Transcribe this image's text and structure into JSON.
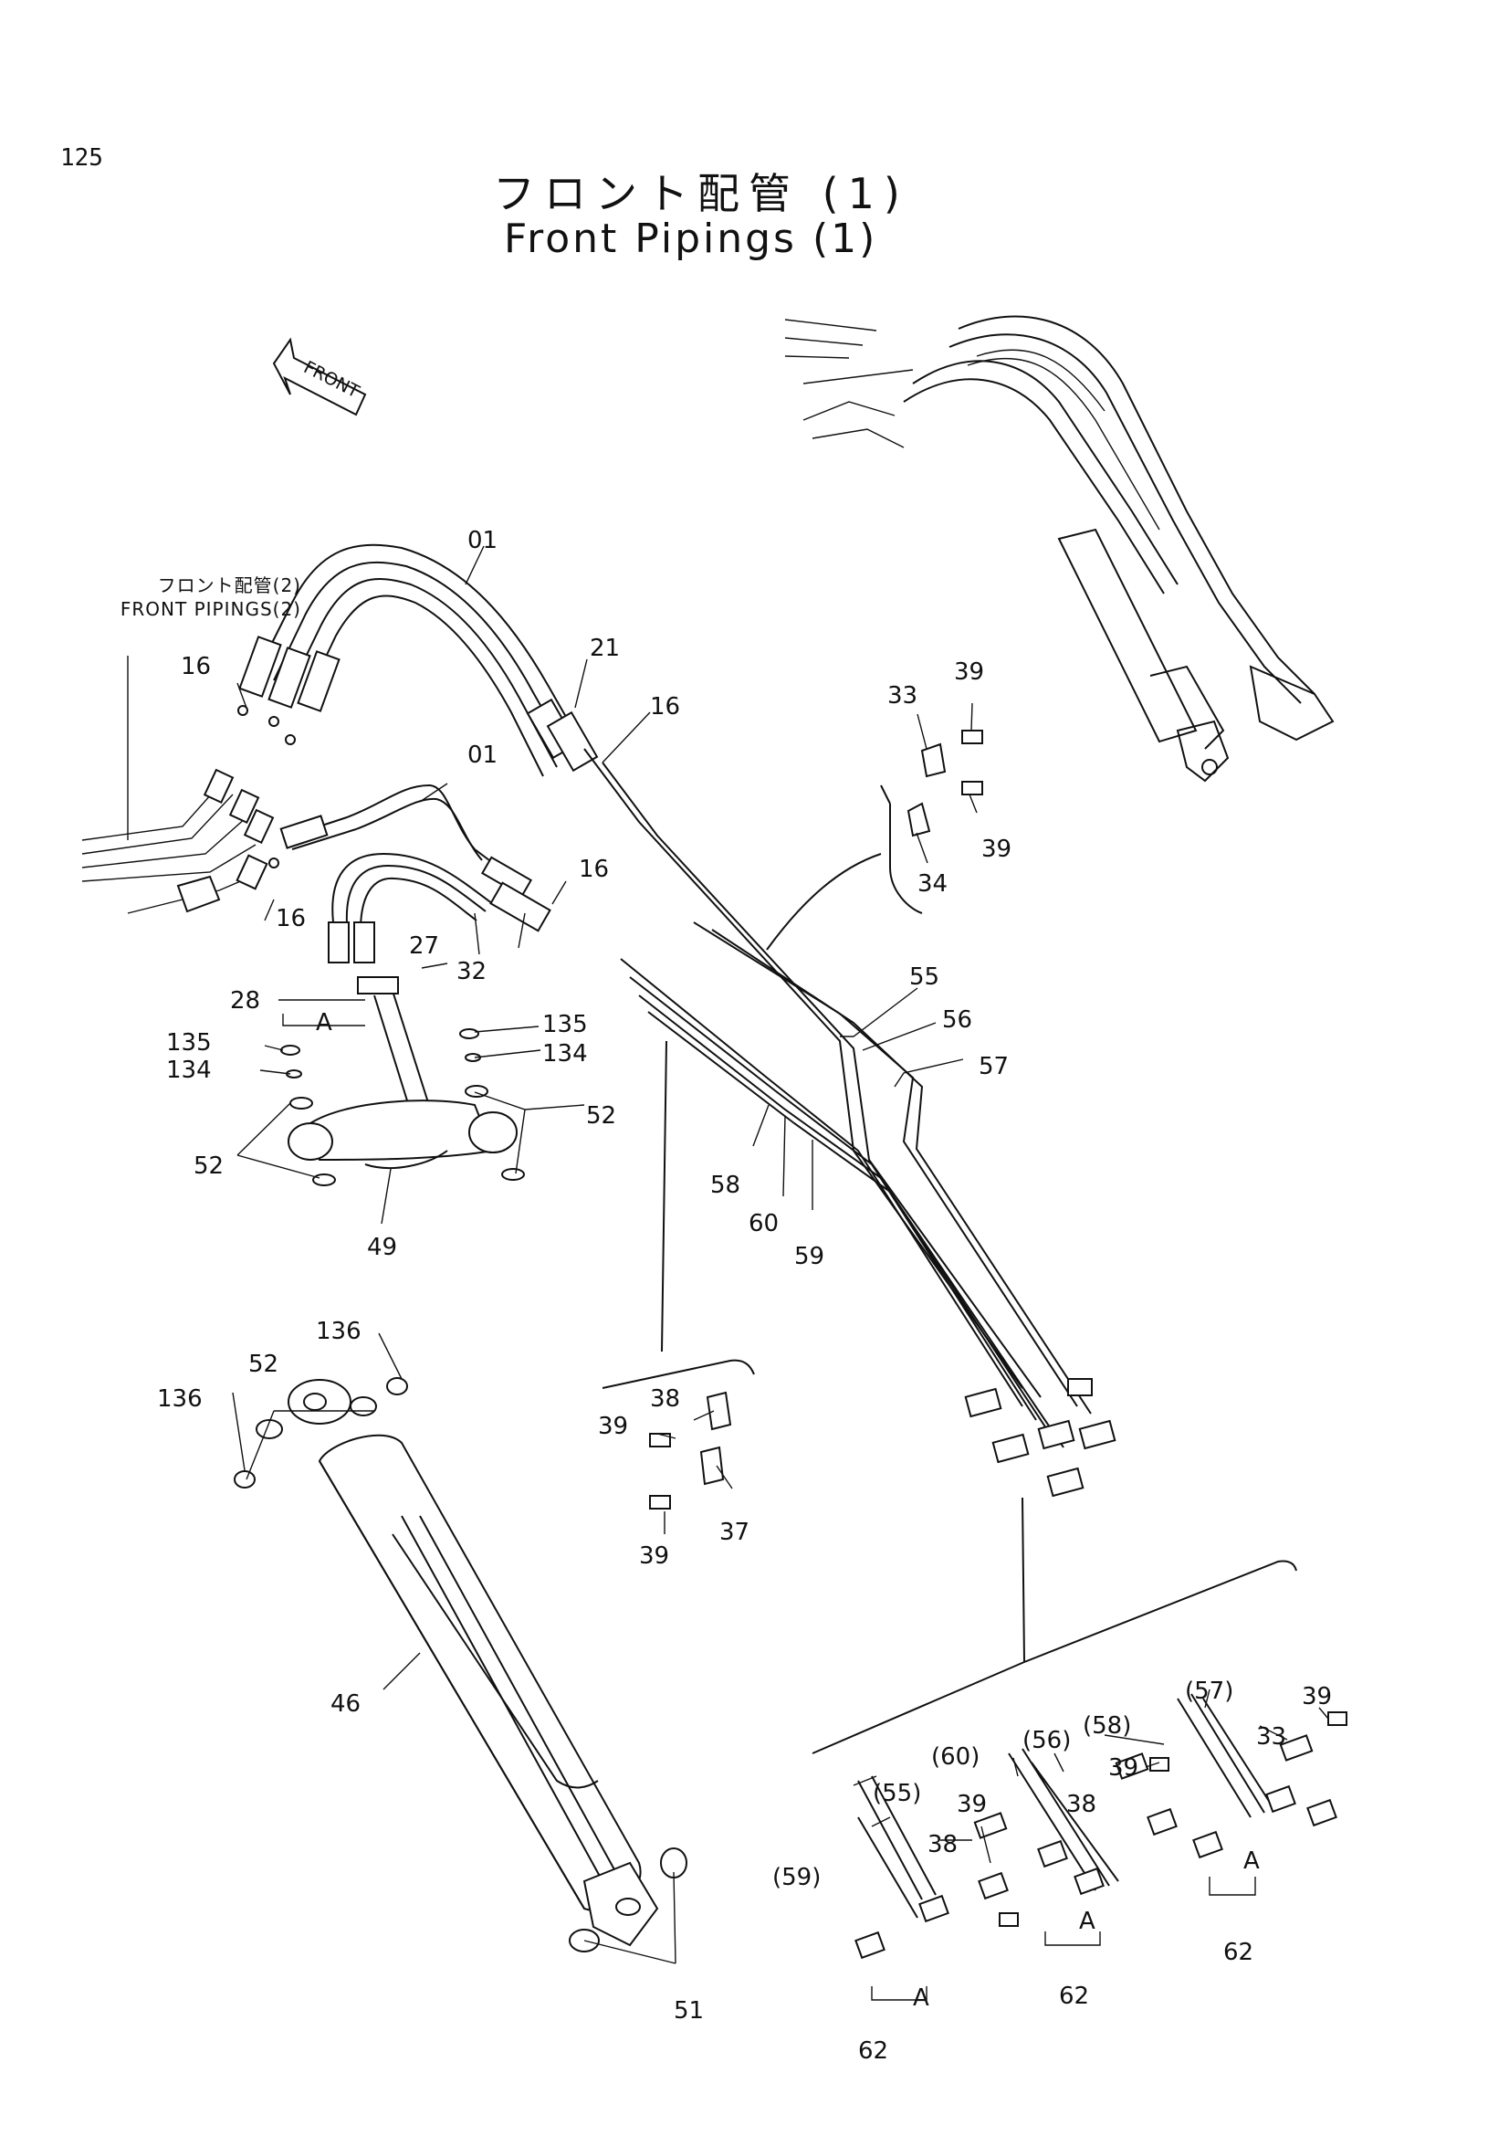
{
  "page_number": "125",
  "title_jp": "フロント配管 (1)",
  "title_en": "Front Pipings (1)",
  "front_arrow_label": "FRONT",
  "reference": {
    "label_jp": "フロント配管(2)",
    "label_en": "FRONT PIPINGS(2)"
  },
  "callouts": {
    "c01a": "01",
    "c01b": "01",
    "c16a": "16",
    "c16b": "16",
    "c16c": "16",
    "c16d": "16",
    "c21": "21",
    "c27": "27",
    "c28": "28",
    "c32": "32",
    "cA1": "A",
    "c135a": "135",
    "c135b": "135",
    "c134a": "134",
    "c134b": "134",
    "c52a": "52",
    "c52b": "52",
    "c52c": "52",
    "c49": "49",
    "c33a": "33",
    "c39a": "39",
    "c39b": "39",
    "c34": "34",
    "c55": "55",
    "c56": "56",
    "c57": "57",
    "c58": "58",
    "c60": "60",
    "c59": "59",
    "c38a": "38",
    "c39c": "39",
    "c39d": "39",
    "c37": "37",
    "c136a": "136",
    "c136b": "136",
    "c46": "46",
    "c51": "51",
    "d57": "(57)",
    "d39e": "39",
    "d58": "(58)",
    "d56": "(56)",
    "d60": "(60)",
    "d33": "33",
    "d39f": "39",
    "d38b": "38",
    "d55": "(55)",
    "d39g": "39",
    "d38c": "38",
    "d59": "(59)",
    "dA1": "A",
    "dA2": "A",
    "dA3": "A",
    "d62a": "62",
    "d62b": "62",
    "d62c": "62"
  }
}
